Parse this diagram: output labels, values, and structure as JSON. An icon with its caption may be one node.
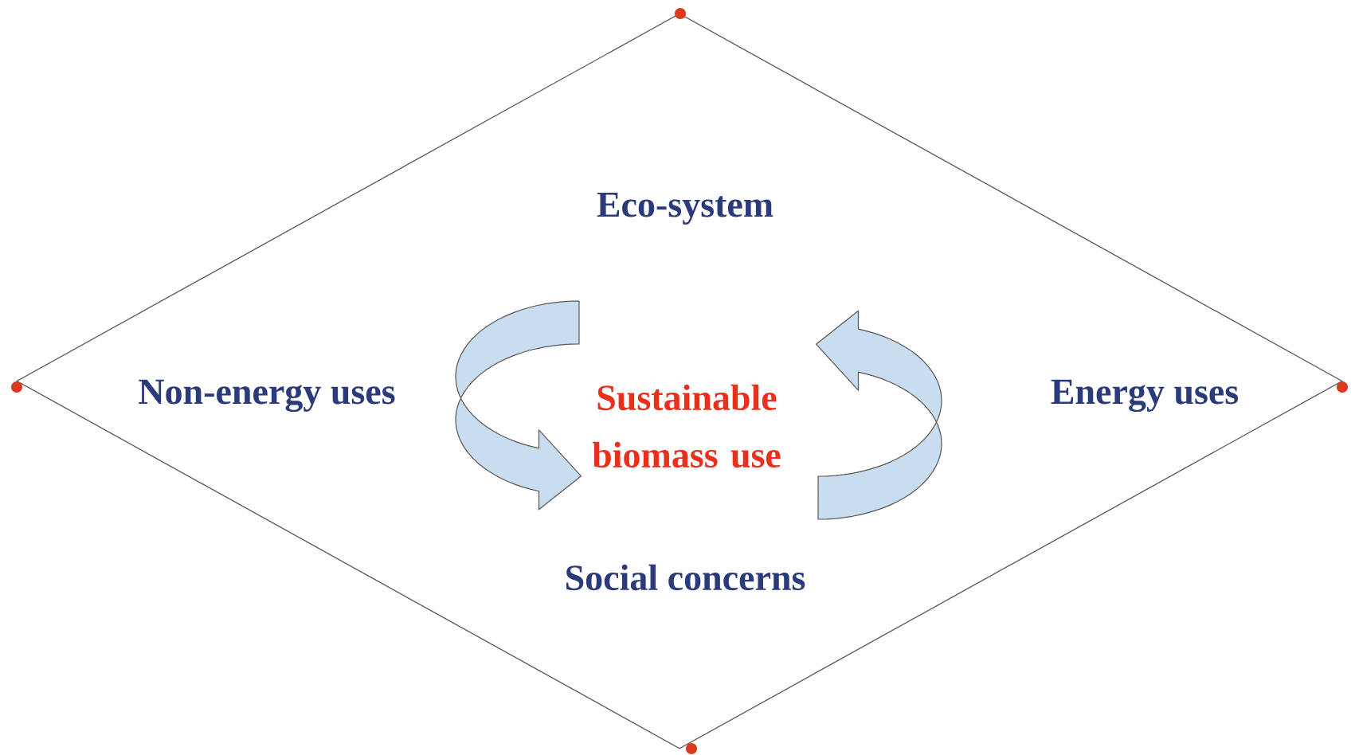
{
  "diagram": {
    "nodes": [
      {
        "text": [
          "Eco-system",
          "Non-energy uses",
          "Sustainable biomass use",
          "Energy uses",
          "Social concerns"
        ]
      }
    ]
  }
}
